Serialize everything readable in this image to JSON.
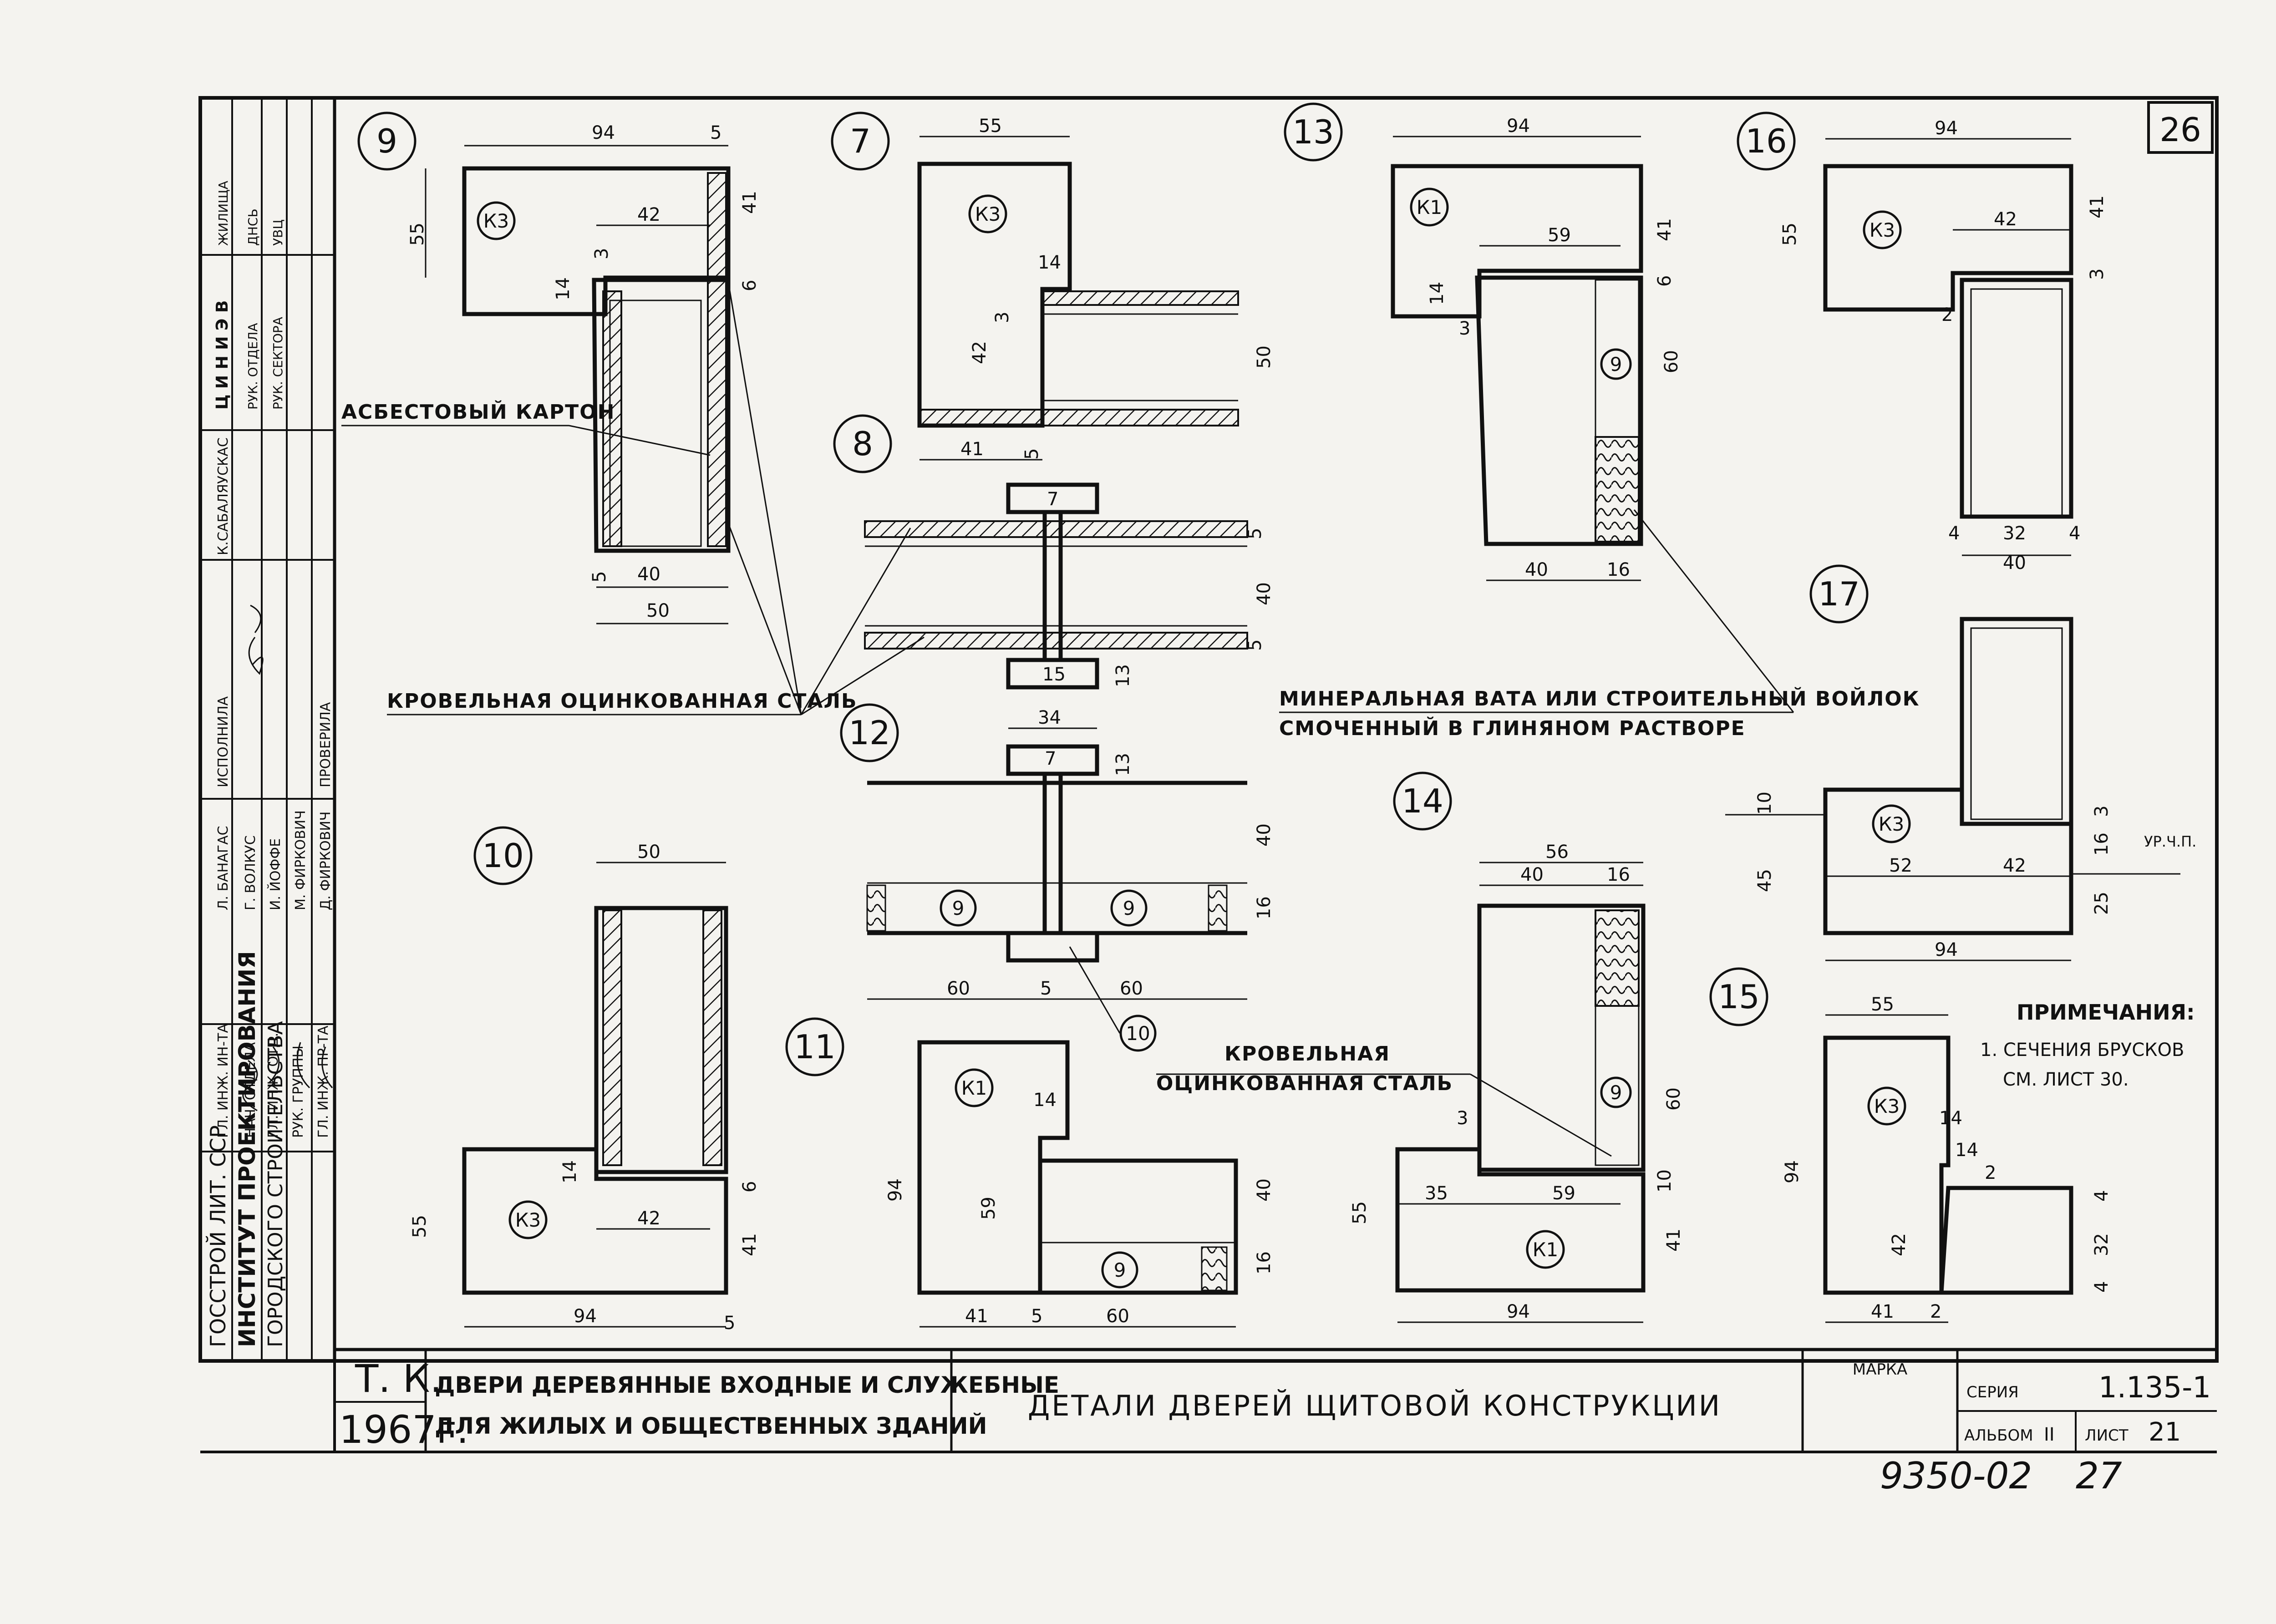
{
  "sheet_number": "26",
  "stamp": {
    "org_lines": [
      "ГОССТРОЙ ЛИТ. ССР",
      "ИНСТИТУТ ПРОЕКТИРОВАНИЯ",
      "ГОРОДСКОГО СТРОИТЕЛЬСТВА"
    ],
    "roles": [
      "ГЛ. ИНЖ. ИН-ТА",
      "НАЧ. ОТДЕЛА",
      "ГЛ. ИНЖ. ОТД.",
      "РУК. ГРУППЫ",
      "ГЛ. ИНЖ. ПР-ТА"
    ],
    "names": [
      "Л. БАНАГАС",
      "Г. ВОЛКУС",
      "И. ЙОФФЕ",
      "М. ФИРКОВИЧ",
      "Д. ФИРКОВИЧ"
    ],
    "ispolnil": "ИСПОЛНИЛА",
    "proverila": "ПРОВЕРИЛА",
    "sabaliauskas": "К.САБАЛЯУСКАС",
    "top_org": "Ц И Н И Э В",
    "top_roles": [
      "РУК. ОТДЕЛА",
      "РУК. СЕКТОРА"
    ],
    "top_right": [
      "ЖИЛИЩА",
      "ДНСЬ",
      "УВЦ"
    ],
    "tk": "Т. К.",
    "year": "1967г.",
    "subject_line1": "ДВЕРИ ДЕРЕВЯННЫЕ ВХОДНЫЕ И СЛУЖЕБНЫЕ",
    "subject_line2": "ДЛЯ ЖИЛЫХ И ОБЩЕСТВЕННЫХ ЗДАНИЙ",
    "drawing_title": "ДЕТАЛИ ДВЕРЕЙ ЩИТОВОЙ КОНСТРУКЦИИ",
    "marka_label": "МАРКА",
    "seria_label": "СЕРИЯ",
    "seria_value": "1.135-1",
    "album_label": "АЛЬБОМ",
    "album_value": "II",
    "list_label": "ЛИСТ",
    "list_value": "21",
    "archive_number": "9350-02",
    "archive_page": "27"
  },
  "callouts": {
    "asbest": "АСБЕСТОВЫЙ КАРТОН",
    "krov_steel": "КРОВЕЛЬНАЯ ОЦИНКОВАННАЯ СТАЛЬ",
    "mineral_line1": "МИНЕРАЛЬНАЯ ВАТА ИЛИ СТРОИТЕЛЬНЫЙ ВОЙЛОК",
    "mineral_line2": "СМОЧЕННЫЙ В ГЛИНЯНОМ РАСТВОРЕ",
    "krov2_line1": "КРОВЕЛЬНАЯ",
    "krov2_line2": "ОЦИНКОВАННАЯ СТАЛЬ",
    "level": "УР.Ч.П."
  },
  "notes": {
    "title": "ПРИМЕЧАНИЯ:",
    "line1": "1. СЕЧЕНИЯ БРУСКОВ",
    "line2": "СМ. ЛИСТ 30."
  },
  "details": {
    "d9": {
      "num": "9",
      "k": "К3",
      "dims": [
        "94",
        "5",
        "55",
        "42",
        "14",
        "41",
        "6",
        "3",
        "40",
        "5",
        "50"
      ]
    },
    "d7": {
      "num": "7",
      "k": "К3",
      "dims": [
        "55",
        "14",
        "3",
        "42",
        "50",
        "41",
        "5"
      ]
    },
    "d8": {
      "num": "8",
      "dims": [
        "7",
        "5",
        "40",
        "5",
        "15",
        "13"
      ]
    },
    "d13": {
      "num": "13",
      "k": "К1",
      "sub": "9",
      "dims": [
        "94",
        "59",
        "41",
        "14",
        "6",
        "3",
        "60",
        "40",
        "16"
      ]
    },
    "d16": {
      "num": "16",
      "k": "К3",
      "dims": [
        "94",
        "55",
        "42",
        "41",
        "3",
        "2",
        "4",
        "32",
        "4",
        "40"
      ]
    },
    "d17": {
      "num": "17",
      "k": "К3",
      "dims": [
        "10",
        "45",
        "52",
        "42",
        "3",
        "16",
        "25",
        "94"
      ]
    },
    "d12": {
      "num": "12",
      "sub": [
        "9",
        "9",
        "10"
      ],
      "dims": [
        "34",
        "7",
        "13",
        "40",
        "16",
        "60",
        "5",
        "60"
      ]
    },
    "d14": {
      "num": "14",
      "k": "К1",
      "sub": "9",
      "dims": [
        "56",
        "40",
        "16",
        "60",
        "3",
        "10",
        "55",
        "35",
        "59",
        "41",
        "94"
      ]
    },
    "d10": {
      "num": "10",
      "k": "К3",
      "dims": [
        "50",
        "14",
        "42",
        "6",
        "55",
        "41",
        "94",
        "5"
      ]
    },
    "d11": {
      "num": "11",
      "k": "К1",
      "sub": "9",
      "dims": [
        "14",
        "94",
        "59",
        "40",
        "16",
        "41",
        "5",
        "60"
      ]
    },
    "d15": {
      "num": "15",
      "k": "К3",
      "dims": [
        "55",
        "14",
        "14",
        "2",
        "94",
        "42",
        "4",
        "32",
        "4",
        "41",
        "2"
      ]
    }
  }
}
